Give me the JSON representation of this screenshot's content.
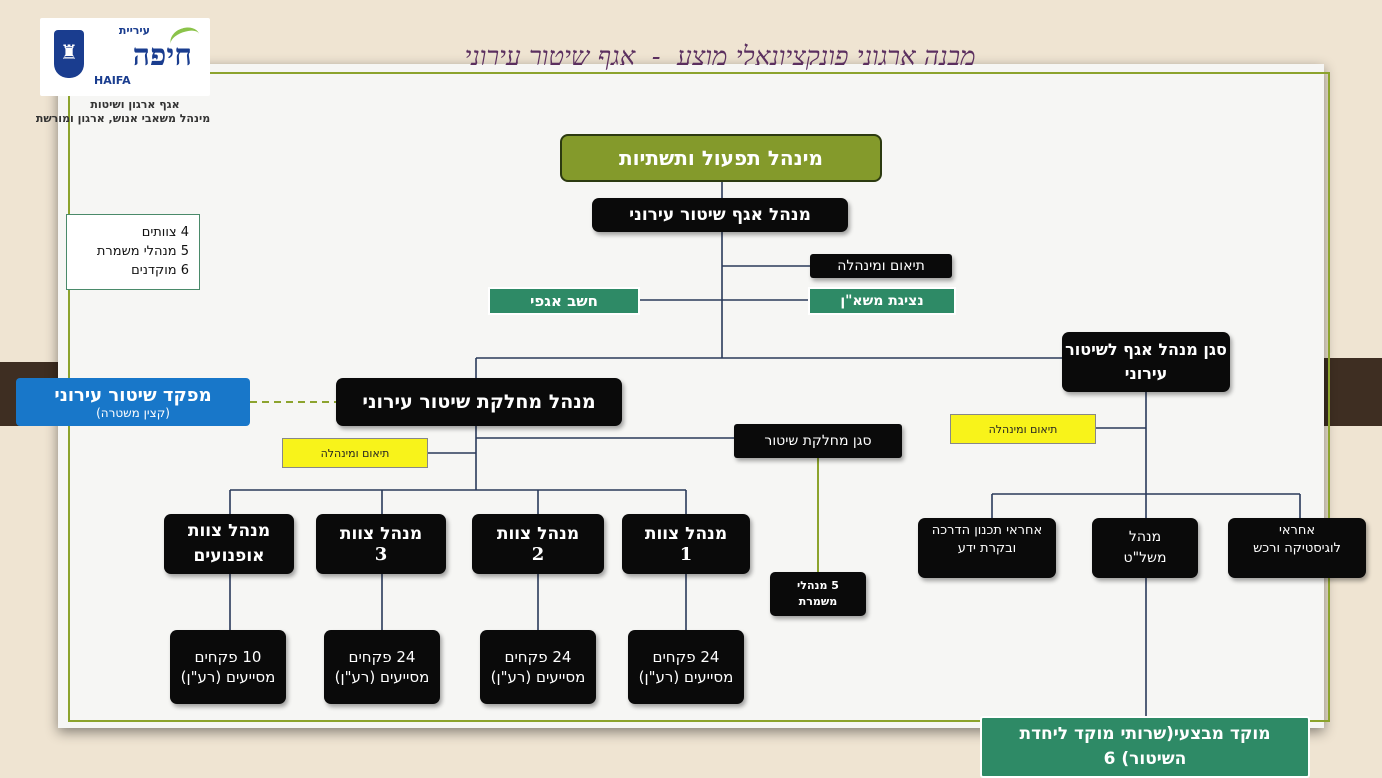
{
  "title": "מבנה ארגוני פונקציונאלי מוצע  -  אגף שיטור עירוני",
  "logo": {
    "city_small": "עיריית",
    "city": "חיפה",
    "city_en": "HAIFA"
  },
  "subtitle": {
    "line1": "אגף ארגון ושיטות",
    "line2": "מינהל משאבי אנוש, ארגון ומורשת"
  },
  "stats": [
    "4 צוותים",
    "5 מנהלי משמרת",
    "6 מוקדנים"
  ],
  "nodes": {
    "administration": "מינהל תפעול ותשתיות",
    "dept_head": "מנהל אגף שיטור עירוני",
    "coordination_top": "תיאום ומינהלה",
    "union_rep": "נציגת משא\"ן",
    "accountant": "חשב אגפי",
    "deputy_head": "סגן מנהל אגף לשיטור עירוני",
    "commander": "מפקד שיטור עירוני",
    "commander_note": "(קצין משטרה)",
    "division_head": "מנהל מחלקת שיטור עירוני",
    "coordination_div": "תיאום ומינהלה",
    "deputy_division": "סגן מחלקת שיטור",
    "coordination_deputy": "תיאום ומינהלה",
    "shift_managers": "5 מנהלי משמרת",
    "team_motorcycles": "מנהל צוות אופנועים",
    "team3_label": "מנהל צוות",
    "team3_num": "3",
    "team2_label": "מנהל צוות",
    "team2_num": "2",
    "team1_label": "מנהל צוות",
    "team1_num": "1",
    "inspectors_moto": "10 פקחים מסייעים (רע\"ן)",
    "inspectors_3": "24 פקחים מסייעים (רע\"ן)",
    "inspectors_2": "24 פקחים מסייעים (רע\"ן)",
    "inspectors_1": "24 פקחים מסייעים (רע\"ן)",
    "training": "אחראי תכנון הדרכה ובקרת ידע",
    "security_mgr": "מנהל משל\"ט",
    "logistics": "אחראי לוגיסטיקה ורכש",
    "ops_center": "מוקד מבצעי(שרותי מוקד ליחדת השיטור) 6"
  }
}
